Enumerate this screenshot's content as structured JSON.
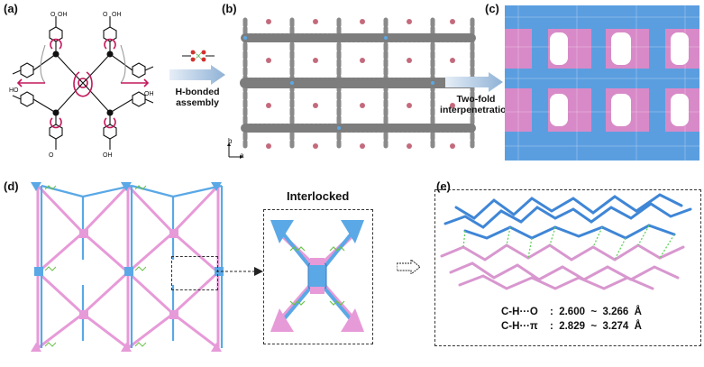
{
  "panels": {
    "a": {
      "label": "(a)",
      "carboxyl_labels": [
        "O",
        "OH",
        "OH",
        "O",
        "O",
        "OH",
        "HO",
        "OH"
      ]
    },
    "b": {
      "label": "(b)",
      "axis_b": "b",
      "axis_a": "a"
    },
    "c": {
      "label": "(c)"
    },
    "d": {
      "label": "(d)"
    },
    "e": {
      "label": "(e)"
    }
  },
  "arrows": {
    "assembly": "H-bonded\nassembly",
    "interpenetration": "Two-fold\ninterpenetration"
  },
  "interlocked_title": "Interlocked",
  "metrics": [
    {
      "label": "C-H···O",
      "range": ":  2.600  ~  3.266  Å"
    },
    {
      "label": "C-H···π",
      "range": ":  2.829  ~  3.274  Å"
    }
  ],
  "colors": {
    "blue": "#4a8fd8",
    "pink": "#d88ac8",
    "green": "#6cc24a",
    "network_blue": "#5aa8e6",
    "network_pink": "#e79ad8",
    "red_arrow": "#c2185b"
  }
}
